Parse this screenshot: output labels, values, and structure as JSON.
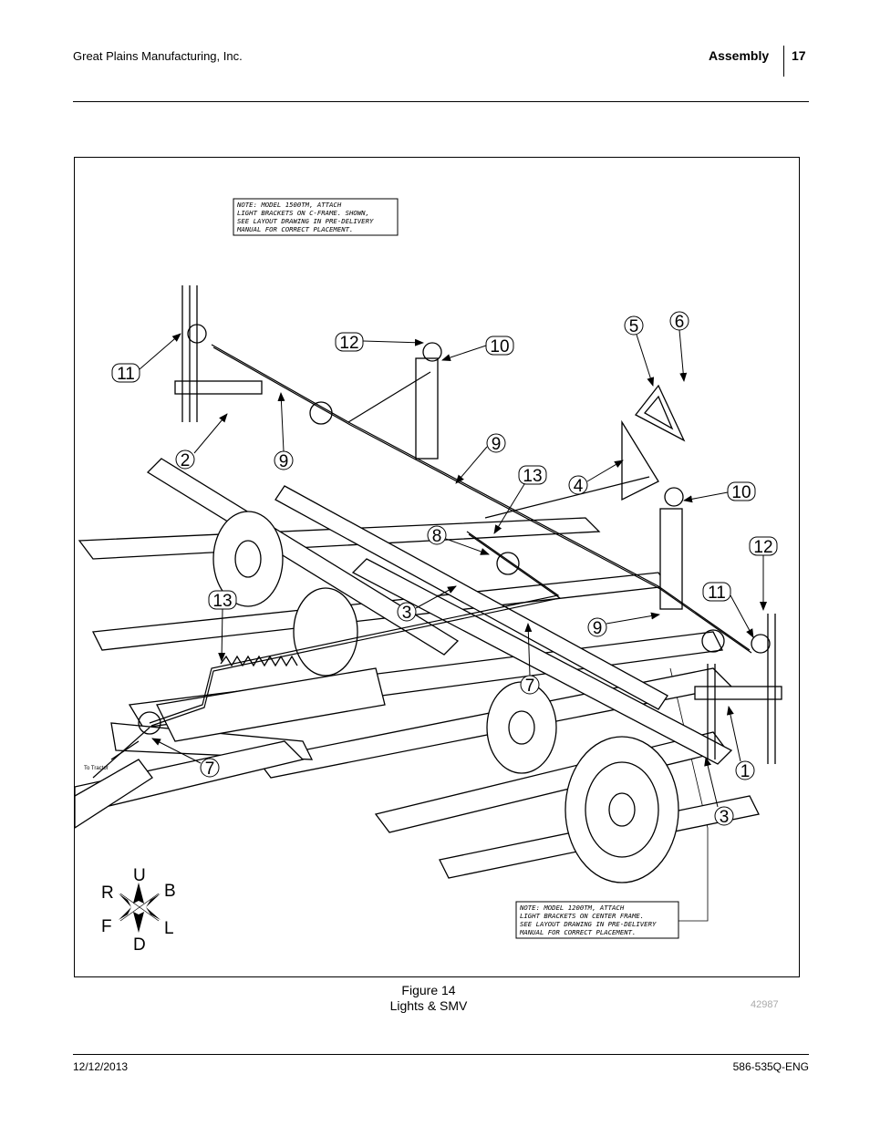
{
  "header": {
    "company": "Great Plains Manufacturing, Inc.",
    "section": "Assembly",
    "page": "17"
  },
  "figure": {
    "notes": [
      [
        "NOTE: MODEL 1500TM, ATTACH",
        "LIGHT BRACKETS ON C-FRAME. SHOWN,",
        "SEE LAYOUT DRAWING IN PRE-DELIVERY",
        "MANUAL FOR CORRECT PLACEMENT."
      ],
      [
        "NOTE: MODEL 1200TM, ATTACH",
        "LIGHT BRACKETS ON CENTER FRAME.",
        "SEE LAYOUT DRAWING IN PRE-DELIVERY",
        "MANUAL FOR CORRECT PLACEMENT."
      ]
    ],
    "to_tractor": "To Tractor",
    "callouts": [
      "11",
      "12",
      "10",
      "5",
      "6",
      "2",
      "9",
      "9",
      "13",
      "4",
      "10",
      "8",
      "12",
      "13",
      "3",
      "11",
      "9",
      "7",
      "1",
      "7",
      "3"
    ],
    "compass": {
      "up": "U",
      "down": "D",
      "rear": "R",
      "back": "B",
      "front": "F",
      "left": "L"
    },
    "caption_number": "Figure 14",
    "caption_title": "Lights & SMV",
    "drawing_number": "42987"
  },
  "footer": {
    "date": "12/12/2013",
    "doc_number": "586-535Q-ENG"
  }
}
